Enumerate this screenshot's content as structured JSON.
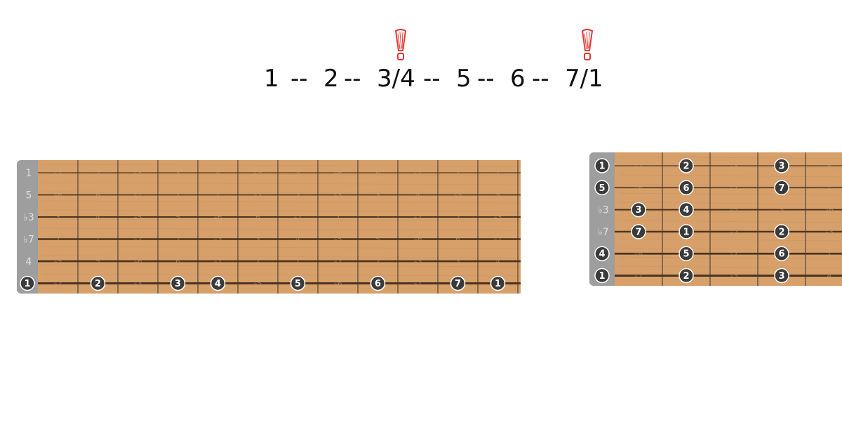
{
  "formula": {
    "steps": [
      "1",
      "--",
      "2",
      "--",
      "3/4",
      "--",
      "5",
      "--",
      "6",
      "--",
      "7/1"
    ],
    "warning_icon": "exclamation-icon",
    "warning_color": "#e53935"
  },
  "colors": {
    "wood": "#d7a06a",
    "fret": "#5a4a3a",
    "string": "#4a3420",
    "nut": "#9e9e9e",
    "dot": "#3a3a3a"
  },
  "fretboard_left": {
    "nut_labels": [
      "1",
      "5",
      "♭3",
      "♭7",
      "4",
      "1"
    ],
    "ghost_rows": [
      [
        "♭2",
        "2",
        "♭3",
        "3",
        "4",
        "♭5",
        "5",
        "♭6",
        "6",
        "♭7",
        "7",
        "1"
      ],
      [
        "♭6",
        "6",
        "♭7",
        "7",
        "1",
        "♭2",
        "2",
        "♭3",
        "3",
        "4",
        "♭5",
        "5"
      ],
      [
        "3",
        "4",
        "♭5",
        "5",
        "♭6",
        "6",
        "♭7",
        "7",
        "1",
        "♭2",
        "2",
        "♭3"
      ],
      [
        "7",
        "1",
        "♭2",
        "2",
        "♭3",
        "3",
        "4",
        "♭5",
        "5",
        "♭6",
        "6",
        "♭7"
      ],
      [
        "♭5",
        "5",
        "♭6",
        "6",
        "♭7",
        "7",
        "1",
        "♭2",
        "2",
        "♭3",
        "3",
        "4"
      ],
      [
        "♭2",
        "2",
        "♭3",
        "3",
        "4",
        "♭5",
        "5",
        "♭6",
        "6",
        "♭7",
        "7",
        "1"
      ]
    ],
    "markers": [
      {
        "string": 6,
        "fret": 0,
        "label": "1"
      },
      {
        "string": 6,
        "fret": 2,
        "label": "2"
      },
      {
        "string": 6,
        "fret": 4,
        "label": "3"
      },
      {
        "string": 6,
        "fret": 5,
        "label": "4"
      },
      {
        "string": 6,
        "fret": 7,
        "label": "5"
      },
      {
        "string": 6,
        "fret": 9,
        "label": "6"
      },
      {
        "string": 6,
        "fret": 11,
        "label": "7"
      },
      {
        "string": 6,
        "fret": 12,
        "label": "1"
      }
    ]
  },
  "fretboard_right": {
    "nut_labels": [
      "",
      "",
      "♭3",
      "♭7",
      "",
      ""
    ],
    "ghost_rows": [
      [
        "♭2",
        "",
        "♭3",
        "",
        "4"
      ],
      [
        "♭6",
        "",
        "♭7",
        "",
        "1"
      ],
      [
        "",
        "",
        "♭5",
        "5",
        "♭6"
      ],
      [
        "",
        "",
        "♭2",
        "",
        "♭3"
      ],
      [
        "♭6",
        "",
        "♭7",
        "",
        "1"
      ],
      [
        "♭2",
        "",
        "♭3",
        "",
        "4"
      ]
    ],
    "markers": [
      {
        "string": 1,
        "fret": 0,
        "label": "1"
      },
      {
        "string": 1,
        "fret": 2,
        "label": "2"
      },
      {
        "string": 1,
        "fret": 4,
        "label": "3"
      },
      {
        "string": 2,
        "fret": 0,
        "label": "5"
      },
      {
        "string": 2,
        "fret": 2,
        "label": "6"
      },
      {
        "string": 2,
        "fret": 4,
        "label": "7"
      },
      {
        "string": 3,
        "fret": 1,
        "label": "3"
      },
      {
        "string": 3,
        "fret": 2,
        "label": "4"
      },
      {
        "string": 4,
        "fret": 1,
        "label": "7"
      },
      {
        "string": 4,
        "fret": 2,
        "label": "1"
      },
      {
        "string": 4,
        "fret": 4,
        "label": "2"
      },
      {
        "string": 5,
        "fret": 0,
        "label": "4"
      },
      {
        "string": 5,
        "fret": 2,
        "label": "5"
      },
      {
        "string": 5,
        "fret": 4,
        "label": "6"
      },
      {
        "string": 6,
        "fret": 0,
        "label": "1"
      },
      {
        "string": 6,
        "fret": 2,
        "label": "2"
      },
      {
        "string": 6,
        "fret": 4,
        "label": "3"
      }
    ]
  }
}
